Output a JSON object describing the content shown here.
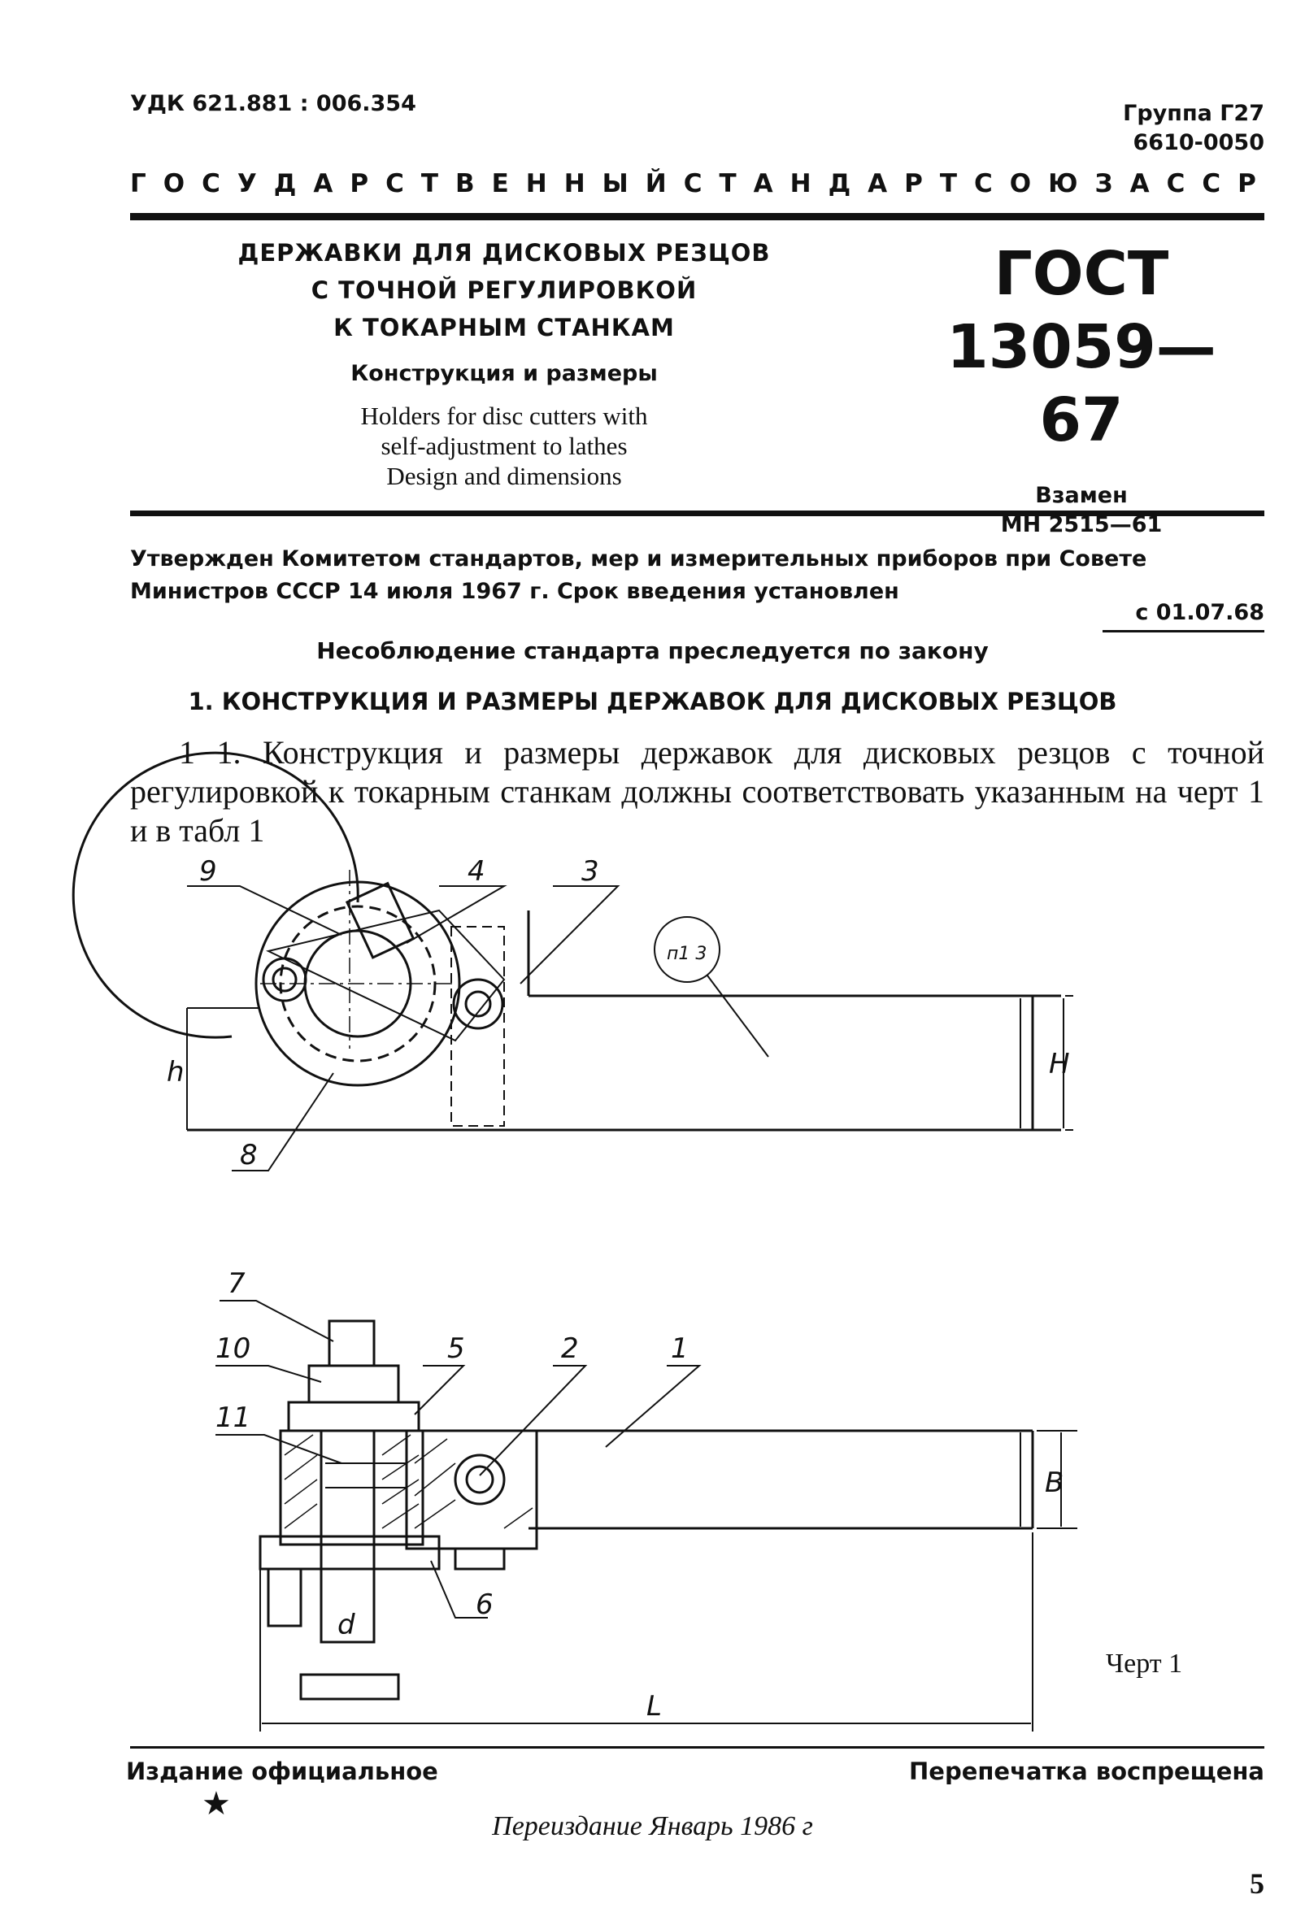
{
  "header": {
    "udk": "УДК 621.881 : 006.354",
    "group": "Группа Г27",
    "code": "6610-0050",
    "state_standard_words": [
      "ГОСУДАРСТВЕННЫЙ",
      "СТАНДАРТ",
      "СОЮЗА",
      "ССР"
    ]
  },
  "title": {
    "ru_lines": [
      "ДЕРЖАВКИ ДЛЯ ДИСКОВЫХ РЕЗЦОВ",
      "С ТОЧНОЙ РЕГУЛИРОВКОЙ",
      "К ТОКАРНЫМ СТАНКАМ"
    ],
    "subtitle": "Конструкция и размеры",
    "en_lines": [
      "Holders for disc cutters with",
      "self-adjustment to lathes",
      "Design and dimensions"
    ]
  },
  "gost": {
    "label": "ГОСТ",
    "number": "13059—67",
    "replaces_label": "Взамен",
    "replaces_value": "МН 2515—61"
  },
  "approval": {
    "text": "Утвержден Комитетом стандартов, мер и измерительных приборов при Совете Министров СССР 14 июля 1967 г. Срок введения установлен",
    "date": "с 01.07.68"
  },
  "law_notice": "Несоблюдение стандарта преследуется по закону",
  "section_title": "1. КОНСТРУКЦИЯ И РАЗМЕРЫ ДЕРЖАВОК ДЛЯ ДИСКОВЫХ РЕЗЦОВ",
  "paragraph": "1 1. Конструкция и размеры державок для дисковых резцов с точной регулировкой к токарным станкам должны соответствовать указанным на черт 1 и в табл 1",
  "drawing": {
    "top_labels": {
      "part9": "9",
      "part4": "4",
      "part3": "3",
      "note": "п1 3",
      "part8": "8",
      "h": "h",
      "H": "H"
    },
    "bottom_labels": {
      "part7": "7",
      "part10": "10",
      "part5": "5",
      "part2": "2",
      "part1": "1",
      "part11": "11",
      "part6": "6",
      "d": "d",
      "B": "B",
      "L": "L"
    },
    "caption": "Черт 1"
  },
  "footer": {
    "edition": "Издание официальное",
    "star": "★",
    "reprint": "Перепечатка воспрещена",
    "reissue": "Переиздание Январь 1986 г",
    "page": "5"
  }
}
